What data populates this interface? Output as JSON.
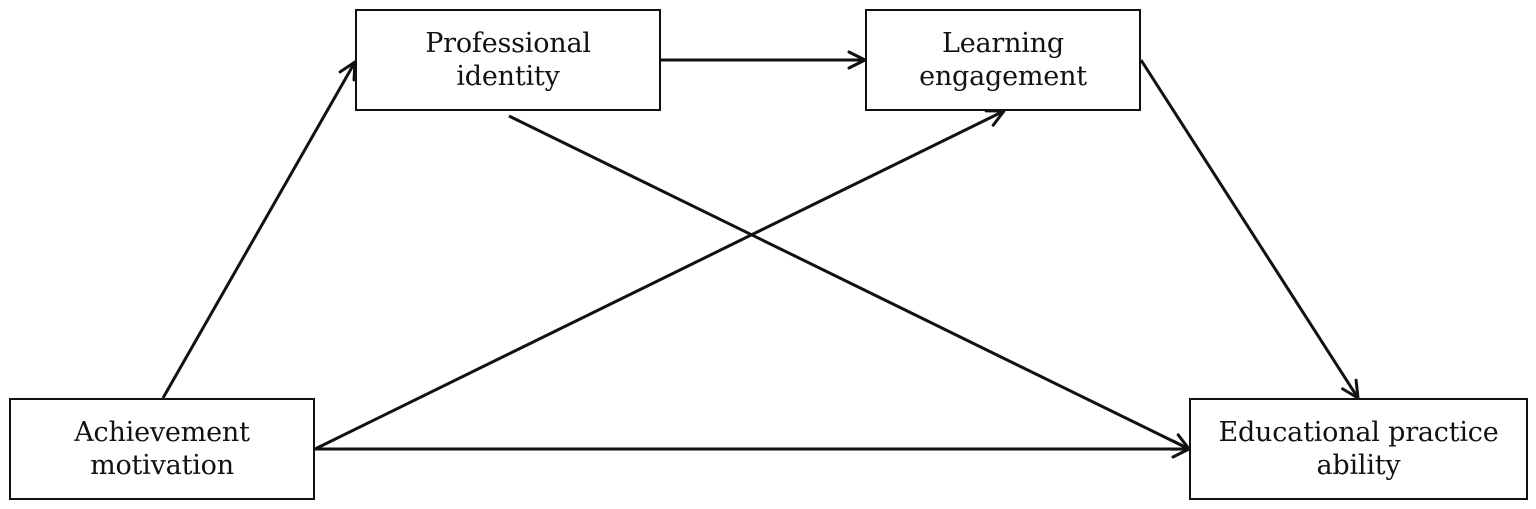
{
  "nodes": {
    "professional_identity": "Professional\nidentity",
    "learning_engagement": "Learning\nengagement",
    "achievement_motivation": "Achievement\nmotivation",
    "educational_practice_ability": "Educational practice\nability"
  },
  "edges": [
    {
      "from": "achievement_motivation",
      "to": "professional_identity"
    },
    {
      "from": "achievement_motivation",
      "to": "learning_engagement"
    },
    {
      "from": "achievement_motivation",
      "to": "educational_practice_ability"
    },
    {
      "from": "professional_identity",
      "to": "learning_engagement"
    },
    {
      "from": "professional_identity",
      "to": "educational_practice_ability"
    },
    {
      "from": "learning_engagement",
      "to": "educational_practice_ability"
    }
  ],
  "colors": {
    "stroke": "#111111",
    "background": "#ffffff"
  }
}
